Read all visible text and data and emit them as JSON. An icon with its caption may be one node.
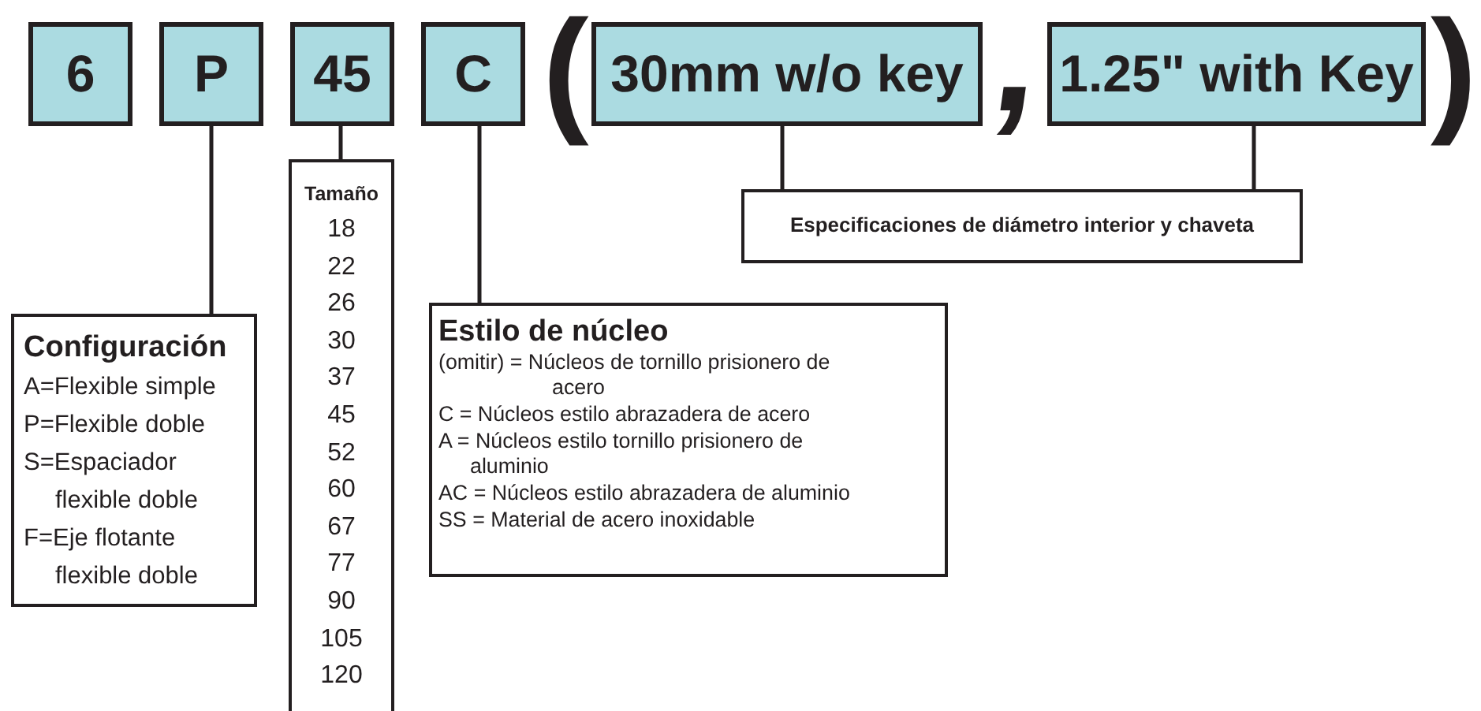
{
  "diagram": {
    "nodes": [
      {
        "text": [
          "6"
        ]
      },
      {
        "text": [
          "P"
        ]
      },
      {
        "text": [
          "45"
        ]
      },
      {
        "text": [
          "C"
        ]
      },
      {
        "text": [
          "30mm w/o key"
        ]
      },
      {
        "text": [
          "1.25\" with Key"
        ]
      },
      {
        "text": [
          "Configuración",
          "A=Flexible simple",
          "P=Flexible doble",
          "S=Espaciador flexible doble",
          "F=Eje flotante flexible doble"
        ]
      },
      {
        "text": [
          "Tamaño",
          "18",
          "22",
          "26",
          "30",
          "37",
          "45",
          "52",
          "60",
          "67",
          "77",
          "90",
          "105",
          "120"
        ]
      },
      {
        "text": [
          "Estilo de núcleo",
          "(omitir) = Núcleos de tornillo prisionero de acero",
          "C = Núcleos estilo abrazadera de acero",
          "A = Núcleos estilo tornillo prisionero de aluminio",
          "AC = Núcleos estilo abrazadera de aluminio",
          "SS = Material de acero inoxidable"
        ]
      },
      {
        "text": [
          "Especificaciones de diámetro interior y chaveta"
        ]
      }
    ],
    "edges": [
      {
        "from": 1,
        "to": 6,
        "arrow": "none"
      },
      {
        "from": 2,
        "to": 7,
        "arrow": "none"
      },
      {
        "from": 3,
        "to": 8,
        "arrow": "none"
      },
      {
        "from": 4,
        "to": 9,
        "arrow": "none"
      },
      {
        "from": 5,
        "to": 9,
        "arrow": "none"
      }
    ],
    "labels": [
      "(",
      ",",
      ")"
    ]
  }
}
